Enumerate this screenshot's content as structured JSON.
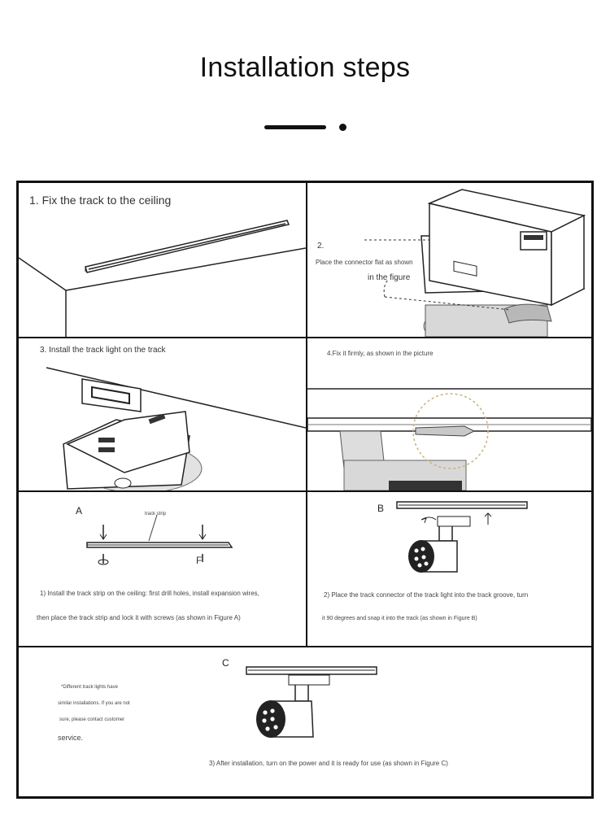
{
  "title": "Installation steps",
  "steps": {
    "s1": "1. Fix the track to the ceiling",
    "s2_num": "2.",
    "s2_line1": "Place the connector flat as shown",
    "s2_line2": "in the figure",
    "s3": "3. Install the track light on the track",
    "s4": "4.Fix it firmly, as shown in the picture"
  },
  "figures": {
    "a": {
      "letter": "A",
      "label": "track strip",
      "f_mark": "F",
      "caption_line1": "1) Install the track strip on the ceiling: first drill holes, install expansion wires,",
      "caption_line2": "then place the track strip and lock it with screws (as shown in Figure A)"
    },
    "b": {
      "letter": "B",
      "caption_line1": "2) Place the track connector of the track light into the track groove, turn",
      "caption_line2": "it 90 degrees and snap it into the track (as shown in Figure B)"
    },
    "c": {
      "letter": "C",
      "note_line1": "*Different track lights have",
      "note_line2": "similar installations. If you are not",
      "note_line3": "sure, please contact customer",
      "note_line4": "service.",
      "caption": "3) After installation, turn on the power and it is ready for use (as shown in Figure C)"
    }
  },
  "colors": {
    "ink": "#111111",
    "tan_accent": "#c9b27c",
    "grey_tab": "#b8b8b8"
  }
}
